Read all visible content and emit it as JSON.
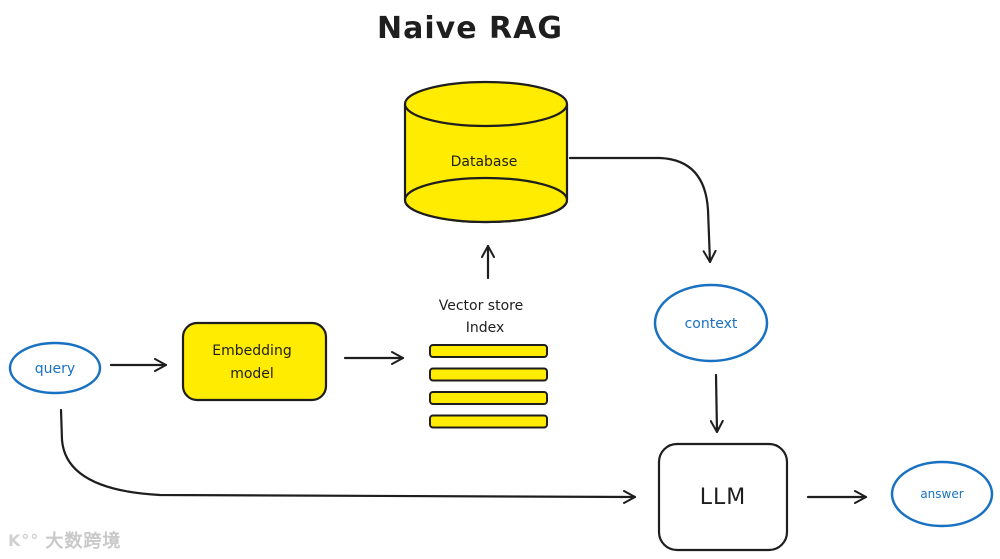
{
  "title": "Naive RAG",
  "nodes": {
    "database": {
      "label": "Database",
      "shape": "cylinder",
      "fill": "#ffec00"
    },
    "vector_store": {
      "label_line1": "Vector store",
      "label_line2": "Index",
      "bar_count": 4,
      "fill": "#ffec00"
    },
    "embedding_model": {
      "label_line1": "Embedding",
      "label_line2": "model",
      "shape": "rounded-rectangle",
      "fill": "#ffec00"
    },
    "query": {
      "label": "query",
      "shape": "ellipse",
      "stroke": "#1971c2"
    },
    "context": {
      "label": "context",
      "shape": "ellipse",
      "stroke": "#1971c2"
    },
    "llm": {
      "label": "LLM",
      "shape": "rounded-rectangle",
      "fill": "#ffffff"
    },
    "answer": {
      "label": "answer",
      "shape": "ellipse",
      "stroke": "#1971c2"
    }
  },
  "edges": [
    {
      "from": "query",
      "to": "embedding_model"
    },
    {
      "from": "embedding_model",
      "to": "vector_store"
    },
    {
      "from": "vector_store",
      "to": "database"
    },
    {
      "from": "database",
      "to": "context"
    },
    {
      "from": "context",
      "to": "llm"
    },
    {
      "from": "query",
      "to": "llm"
    },
    {
      "from": "llm",
      "to": "answer"
    }
  ],
  "watermark": {
    "logo": "K°°",
    "text": "大数跨境"
  }
}
